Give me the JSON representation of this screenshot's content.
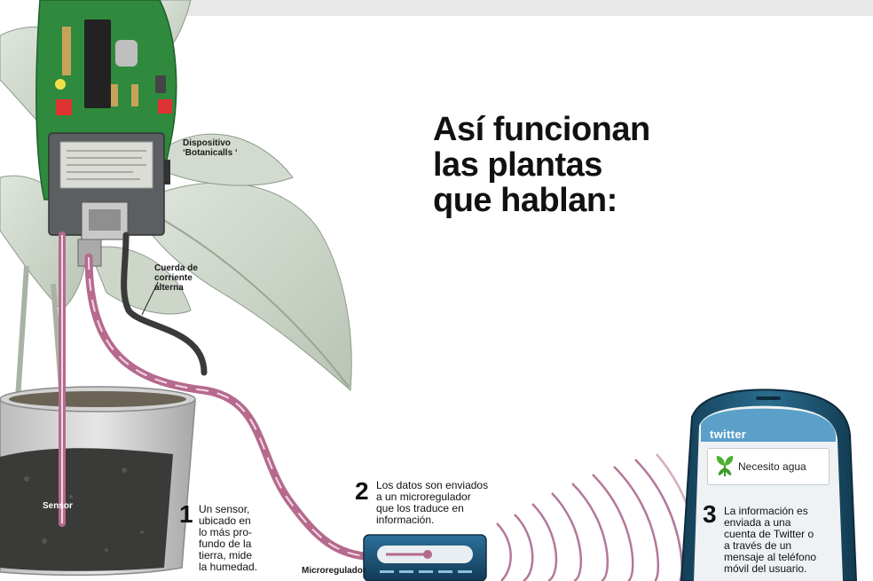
{
  "title": {
    "line1": "Así funcionan",
    "line2": "las plantas",
    "line3": "que hablan:"
  },
  "labels": {
    "device_line1": "Dispositivo",
    "device_line2": "‘Botanicalls ‘",
    "cord_line1": "Cuerda de",
    "cord_line2": "corriente",
    "cord_line3": "alterna",
    "sensor": "Sensor",
    "microregulator": "Microregulador"
  },
  "steps": [
    {
      "number": "1",
      "lines": [
        "Un sensor,",
        "ubicado en",
        "lo más pro-",
        "fundo de la",
        "tierra, mide",
        "la humedad."
      ]
    },
    {
      "number": "2",
      "lines": [
        "Los datos son enviados",
        "a un microregulador",
        "que los traduce en",
        "información."
      ]
    },
    {
      "number": "3",
      "lines": [
        "La información es",
        "enviada a una",
        "cuenta de Twitter o",
        "a través de un",
        "mensaje al teléfono",
        "móvil del usuario."
      ]
    }
  ],
  "phone": {
    "app_name": "twitter",
    "message": "Necesito agua"
  },
  "colors": {
    "cable": "#b56a8e",
    "cable_highlight": "#f2d8e4",
    "phone_body": "#1e5a78",
    "phone_screen": "#eef2f4",
    "twitter_bar": "#5aa0c8",
    "board": "#2f8a3e",
    "soil": "#3a3a38",
    "waves": "#b4789a"
  },
  "icons": {
    "leaf": "leaf-icon"
  }
}
